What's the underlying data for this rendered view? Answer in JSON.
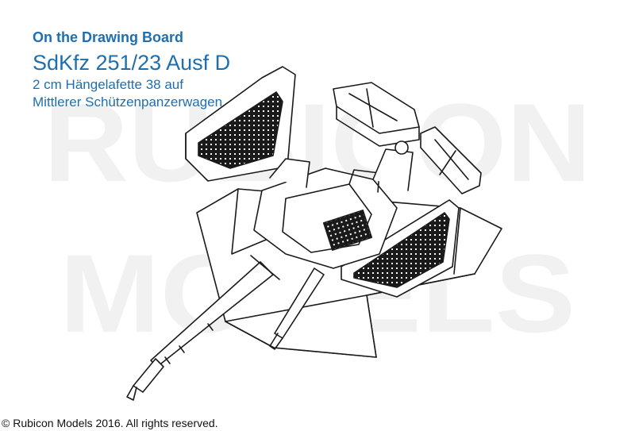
{
  "header": {
    "kicker": "On the Drawing Board",
    "title": "SdKfz 251/23 Ausf D",
    "subtitle_line1": "2 cm Hängelafette 38 auf",
    "subtitle_line2": "Mittlerer Schützenpanzerwagen"
  },
  "watermark": {
    "line1": "RUBICON",
    "line2": "MODELS"
  },
  "footer": {
    "copyright": "© Rubicon Models 2016. All rights reserved."
  },
  "colors": {
    "accent": "#1e6fb0",
    "watermark": "#f1f1f1",
    "line": "#1a1a1a"
  }
}
